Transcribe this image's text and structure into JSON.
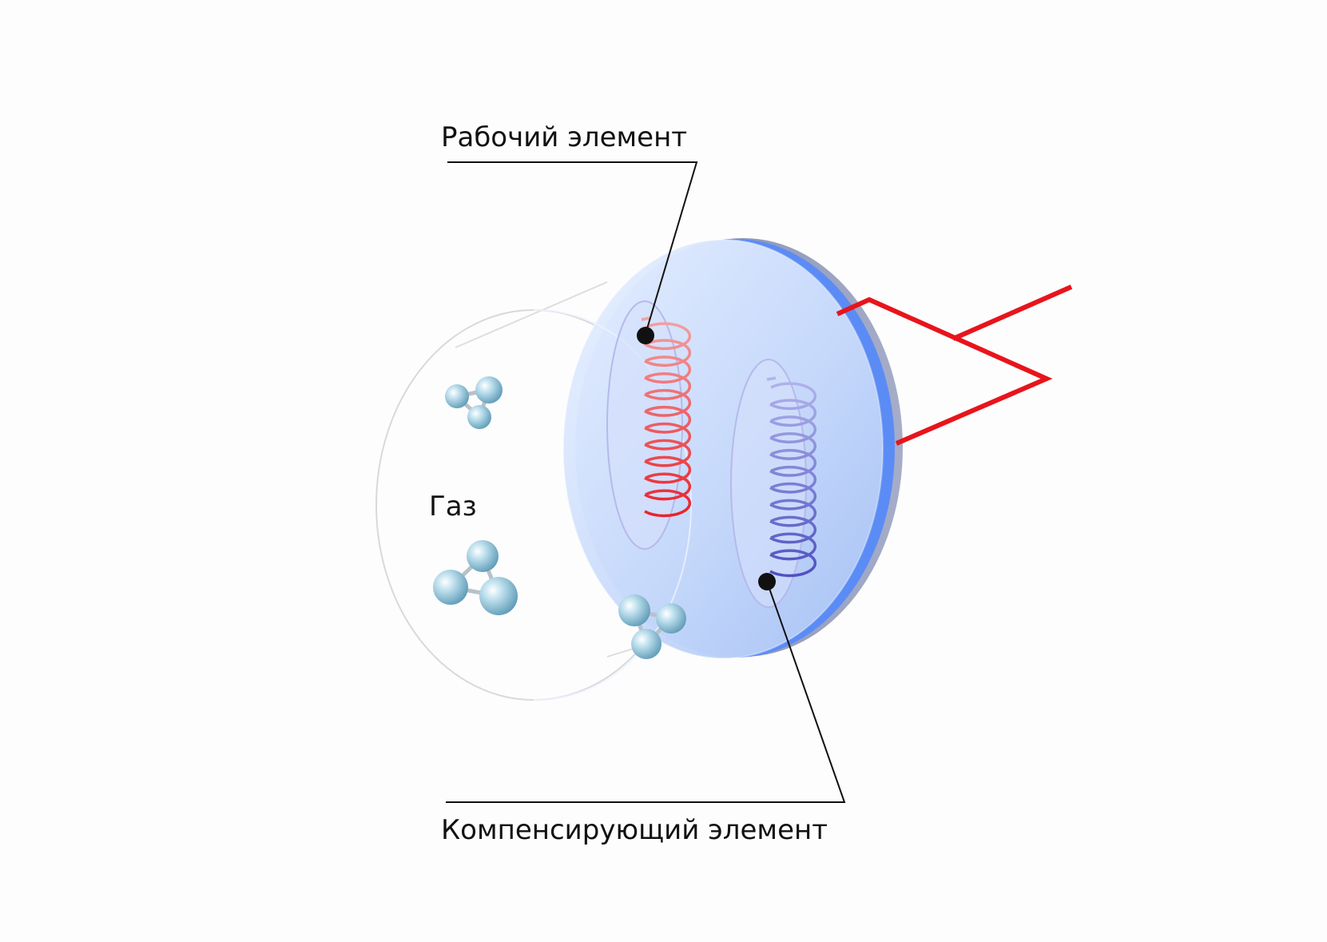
{
  "labels": {
    "working_element": "Рабочий элемент",
    "compensating_element": "Компенсирующий элемент",
    "gas": "Газ"
  },
  "colors": {
    "background": "#fdfdfd",
    "disc_face": "#c5d8fb",
    "disc_rim": "#5b8cf5",
    "disc_edge": "#8a93b8",
    "working_coil": "#e8232b",
    "compensating_coil": "#5d5fc8",
    "circuit_wire": "#e8141c",
    "molecule": "#7fb3cc",
    "leader_line": "#111111"
  },
  "icons": {
    "molecule": "molecule-icon",
    "marker": "marker-dot"
  }
}
